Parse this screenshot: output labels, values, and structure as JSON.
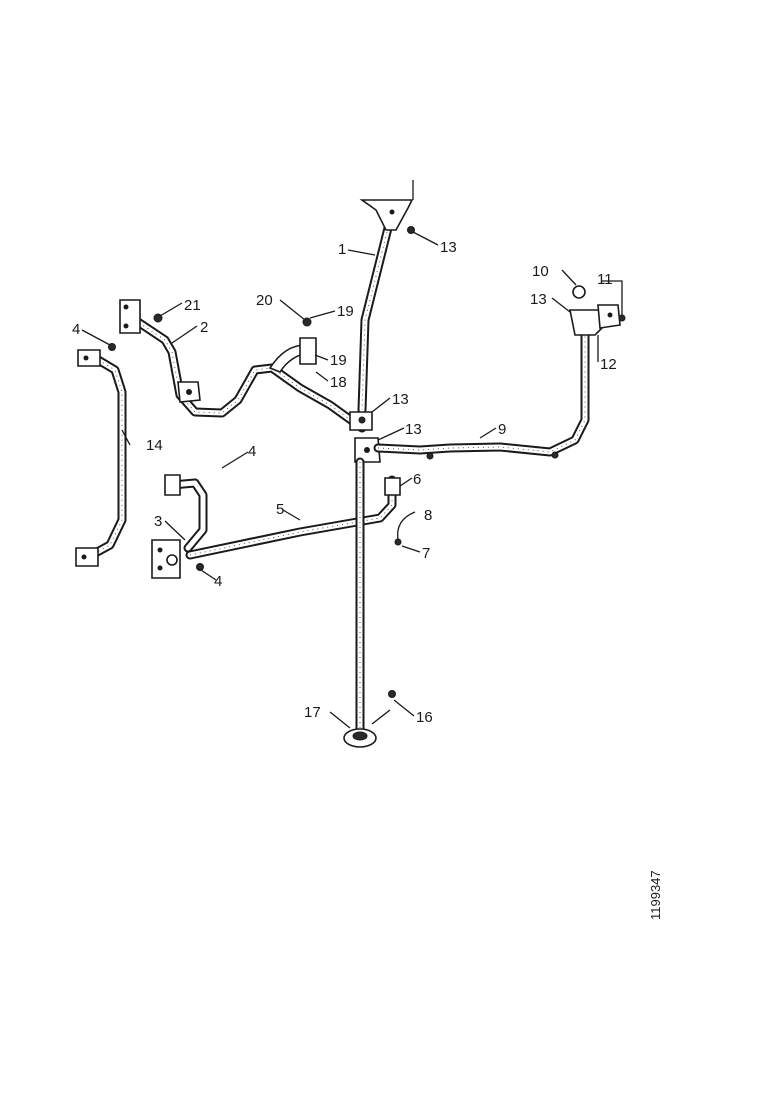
{
  "callouts": {
    "c1": "1",
    "c2": "2",
    "c3": "3",
    "c4a": "4",
    "c4b": "4",
    "c4c": "4",
    "c5": "5",
    "c6": "6",
    "c7": "7",
    "c8": "8",
    "c9": "9",
    "c10": "10",
    "c11": "11",
    "c12": "12",
    "c13a": "13",
    "c13b": "13",
    "c13c": "13",
    "c13d": "13",
    "c14": "14",
    "c16": "16",
    "c17": "17",
    "c18": "18",
    "c19": "19",
    "c20": "20",
    "c21": "21"
  },
  "reference_number": "1199347"
}
